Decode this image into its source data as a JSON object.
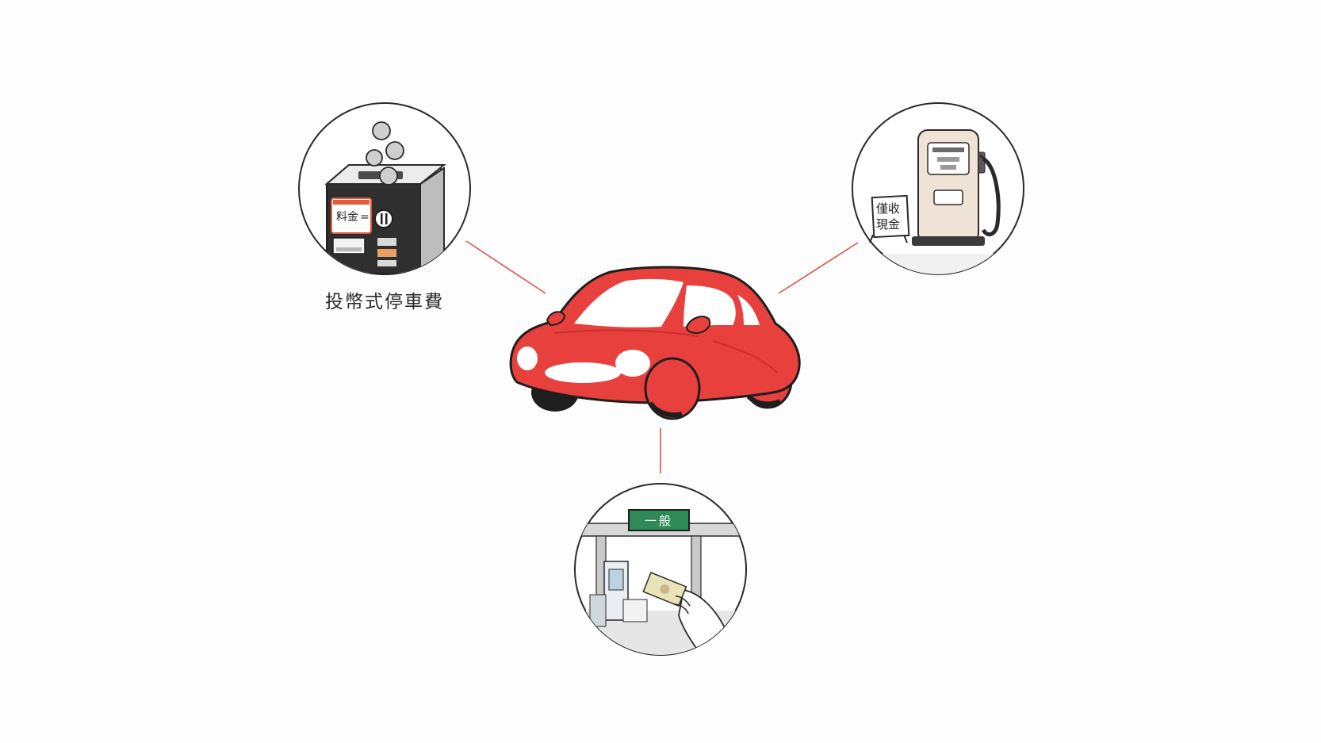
{
  "diagram": {
    "center": {
      "name": "car",
      "color": "#e8403d"
    },
    "connector_color": "#d9534f",
    "nodes": [
      {
        "id": "coin-parking",
        "caption": "投幣式停車費",
        "machine_label": "料金",
        "machine_symbol": "="
      },
      {
        "id": "gas-station",
        "caption": "",
        "sign_line1": "僅收",
        "sign_line2": "現金"
      },
      {
        "id": "toll-booth",
        "caption": "",
        "lane_sign": "一般"
      }
    ]
  }
}
